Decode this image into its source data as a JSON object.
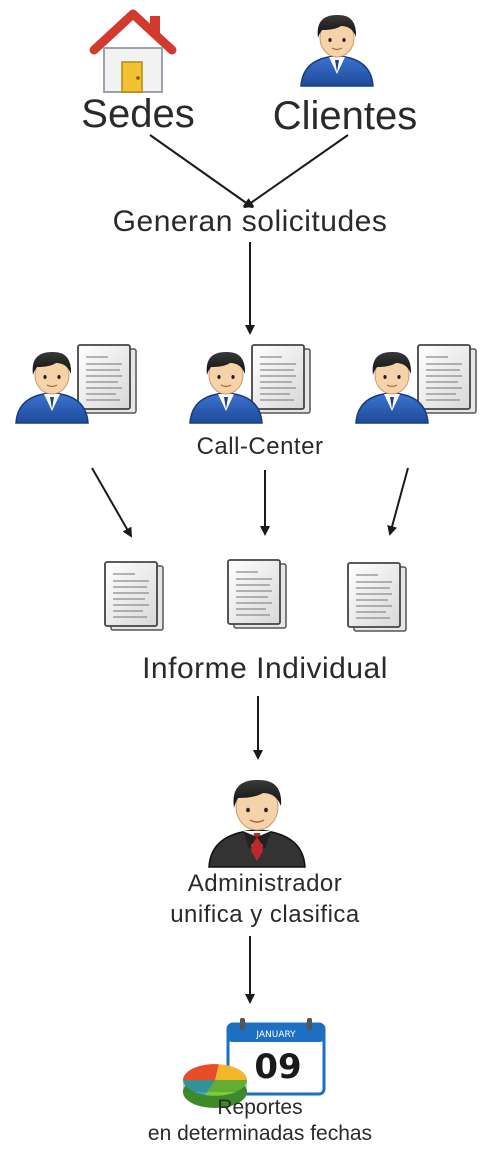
{
  "nodes": {
    "sedes": "Sedes",
    "clientes": "Clientes",
    "generan": "Generan solicitudes",
    "call_center": "Call-Center",
    "informe": "Informe Individual",
    "admin_line1": "Administrador",
    "admin_line2": "unifica y clasifica",
    "reportes_line1": "Reportes",
    "reportes_line2": "en determinadas fechas"
  },
  "calendar": {
    "month": "JANUARY",
    "day": "09"
  },
  "icons": {
    "home": "home-icon",
    "client": "client-user-icon",
    "agent": "call-center-agent-icon",
    "document": "document-icon",
    "admin": "administrator-icon",
    "calendar": "calendar-icon",
    "pie_chart": "pie-chart-icon"
  },
  "colors": {
    "arrow": "#1a1a1a",
    "text": "#2a2a2a",
    "roof": "#d23a2e",
    "wall": "#f2f2f2",
    "door": "#f2c233",
    "shirt_blue": "#2d5fb8",
    "hair": "#1b1b1b",
    "skin": "#f6d2a8",
    "suit": "#333333",
    "tie": "#c0272d",
    "calendar_blue": "#1d6fc1"
  }
}
